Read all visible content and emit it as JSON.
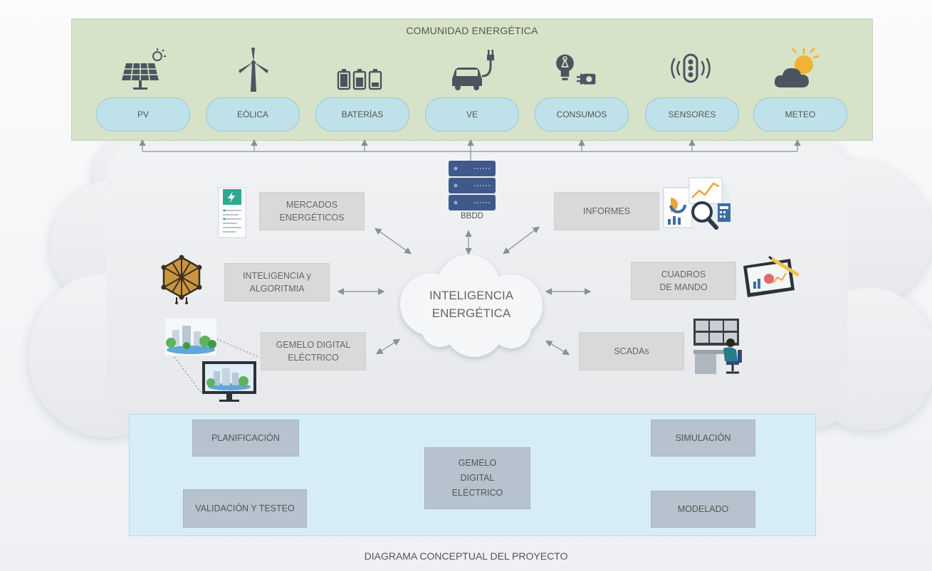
{
  "community": {
    "title": "COMUNIDAD ENERGÉTICA",
    "items": [
      {
        "label": "PV",
        "icon": "solar-panel-icon"
      },
      {
        "label": "EÓLICA",
        "icon": "wind-turbine-icon"
      },
      {
        "label": "BATERÍAS",
        "icon": "battery-icon"
      },
      {
        "label": "VE",
        "icon": "electric-car-icon"
      },
      {
        "label": "CONSUMOS",
        "icon": "bulb-plug-icon"
      },
      {
        "label": "SENSORES",
        "icon": "sensor-icon"
      },
      {
        "label": "METEO",
        "icon": "weather-icon"
      }
    ]
  },
  "cloud": {
    "database_label": "BBDD",
    "center": {
      "line1": "INTELIGENCIA",
      "line2": "ENERGÉTICA"
    },
    "left_boxes": [
      {
        "line1": "MERCADOS",
        "line2": "ENERGÉTICOS"
      },
      {
        "line1": "INTELIGENCIA y",
        "line2": "ALGORITMIA"
      },
      {
        "line1": "GEMELO DIGITAL",
        "line2": "ELÉCTRICO"
      }
    ],
    "right_boxes": [
      {
        "line1": "INFORMES",
        "line2": ""
      },
      {
        "line1": "CUADROS",
        "line2": "DE MANDO"
      },
      {
        "line1": "SCADAs",
        "line2": ""
      }
    ]
  },
  "project": {
    "left": [
      "PLANIFICACIÓN",
      "VALIDACIÓN Y TESTEO"
    ],
    "center": {
      "line1": "GEMELO",
      "line2": "DIGITAL",
      "line3": "ELÉCTRICO"
    },
    "right": [
      "SIMULACIÓN",
      "MODELADO"
    ]
  },
  "footer": "DIAGRAMA CONCEPTUAL DEL PROYECTO",
  "colors": {
    "community_bg": "#d6e3c8",
    "pill_bg": "#bfe1ea",
    "cloud_bg": "#e9ebee",
    "box_bg": "#d9d9d9",
    "project_bg": "#d6edf8",
    "project_box_bg": "#b6c2cd",
    "icon_dark": "#4a5560",
    "server_blue": "#3f5a8a"
  }
}
